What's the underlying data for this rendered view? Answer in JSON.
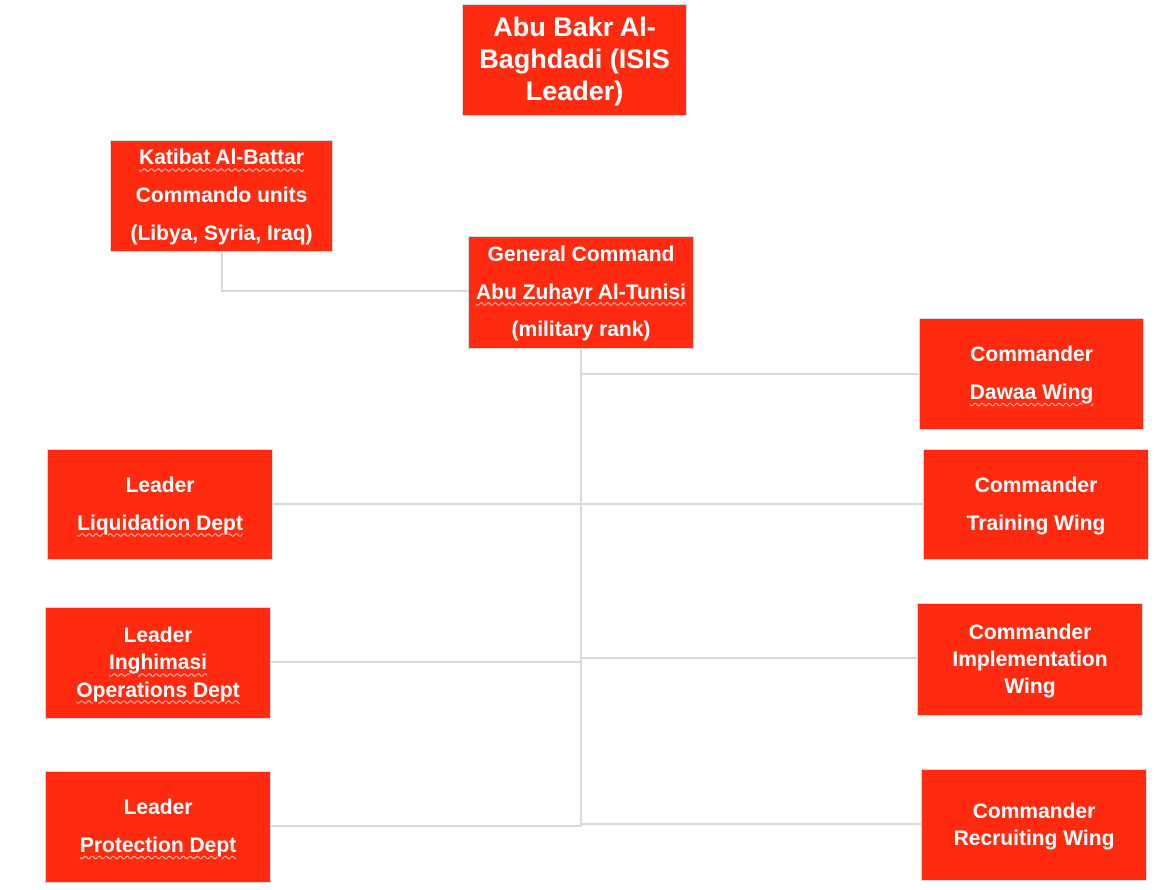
{
  "nodes": {
    "leader": {
      "lines": [
        "Abu Bakr Al-",
        "Baghdadi (ISIS",
        "Leader)"
      ]
    },
    "katibat": {
      "lines": [
        "Katibat Al-Battar",
        "Commando units",
        "(Libya, Syria, Iraq)"
      ]
    },
    "general_command": {
      "lines": [
        "General Command",
        "Abu Zuhayr Al-Tunisi",
        "(military rank)"
      ]
    },
    "dawaa": {
      "lines": [
        "Commander",
        "Dawaa Wing"
      ]
    },
    "liquidation": {
      "lines": [
        "Leader",
        "Liquidation Dept"
      ]
    },
    "training": {
      "lines": [
        "Commander",
        "Training Wing"
      ]
    },
    "inghimasi": {
      "lines": [
        "Leader",
        "Inghimasi",
        "Operations Dept"
      ]
    },
    "implementation": {
      "lines": [
        "Commander",
        "Implementation",
        "Wing"
      ]
    },
    "protection": {
      "lines": [
        "Leader",
        "Protection Dept"
      ]
    },
    "recruiting": {
      "lines": [
        "Commander",
        "Recruiting Wing"
      ]
    }
  },
  "colors": {
    "box_fill": "#ff2a0f",
    "box_text": "#ffffff",
    "connector": "#d9d9d9"
  }
}
